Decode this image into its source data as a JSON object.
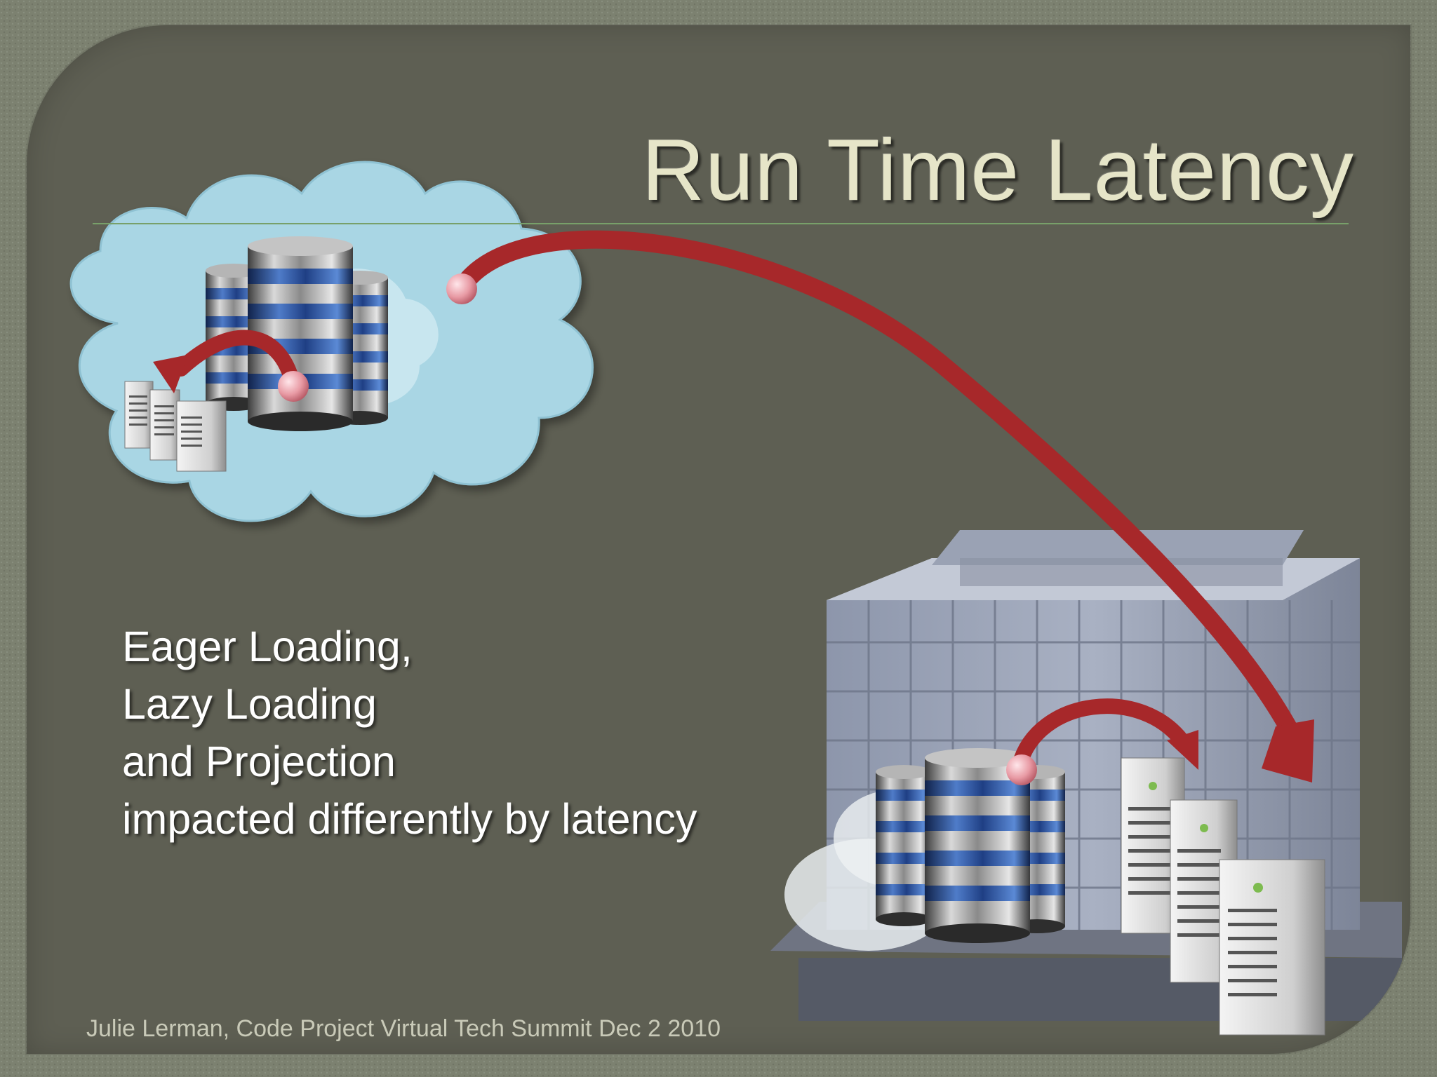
{
  "slide": {
    "title": "Run Time Latency",
    "body_lines": [
      "Eager Loading,",
      "Lazy Loading",
      "and Projection",
      "impacted differently by latency"
    ],
    "footer": "Julie Lerman, Code Project Virtual Tech Summit Dec 2 2010"
  },
  "colors": {
    "background": "#5e5f53",
    "title": "#e6e5c8",
    "rule": "#78a06a",
    "arrow": "#a7282a",
    "cloud": "#a9d6e4"
  },
  "illustrations": {
    "cloud": "cloud-icon",
    "database": "database-icon",
    "server": "server-icon",
    "building": "office-building-icon",
    "arrow": "curved-arrow-icon"
  }
}
